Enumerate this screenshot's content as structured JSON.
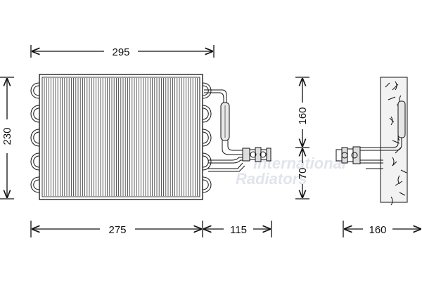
{
  "drawing": {
    "type": "technical drawing",
    "subject": "air conditioning evaporator",
    "line_color": "#111111",
    "background_color": "#ffffff",
    "watermark_color": "#c9cedb"
  },
  "dimensions": {
    "top_width": "295",
    "core_width": "275",
    "pipe_width": "115",
    "height": "230",
    "upper_offset": "160",
    "lower_offset": "70",
    "side_width": "160"
  },
  "watermark": {
    "line1": "International",
    "line2": "Radiators"
  }
}
